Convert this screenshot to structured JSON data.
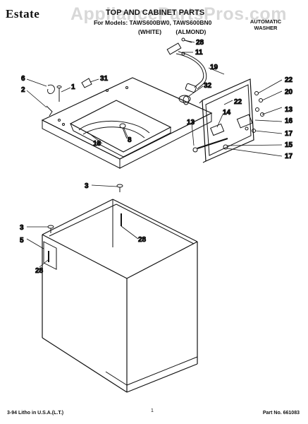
{
  "header": {
    "brand": "Estate",
    "watermark": "AppliancePartsPros.com",
    "title": "TOP AND CABINET PARTS",
    "models": "For Models: TAWS600BW0, TAWS600BN0",
    "color_white": "(WHITE)",
    "color_almond": "(ALMOND)",
    "product_line1": "AUTOMATIC",
    "product_line2": "WASHER"
  },
  "callouts": {
    "c28_top": "28",
    "c11": "11",
    "c19": "19",
    "c6": "6",
    "c31": "31",
    "c1": "1",
    "c2": "2",
    "c22a": "22",
    "c20": "20",
    "c32": "32",
    "c22b": "22",
    "c13a": "13",
    "c16": "16",
    "c14": "14",
    "c17a": "17",
    "c13b": "13",
    "c15": "15",
    "c17b": "17",
    "c18": "18",
    "c8": "8",
    "c3a": "3",
    "c28_mid": "28",
    "c3b": "3",
    "c5": "5",
    "c28_low": "28"
  },
  "footer": {
    "date": "3-94 Litho in U.S.A.(L.T.)",
    "page": "1",
    "part_no": "Part No. 661083"
  }
}
